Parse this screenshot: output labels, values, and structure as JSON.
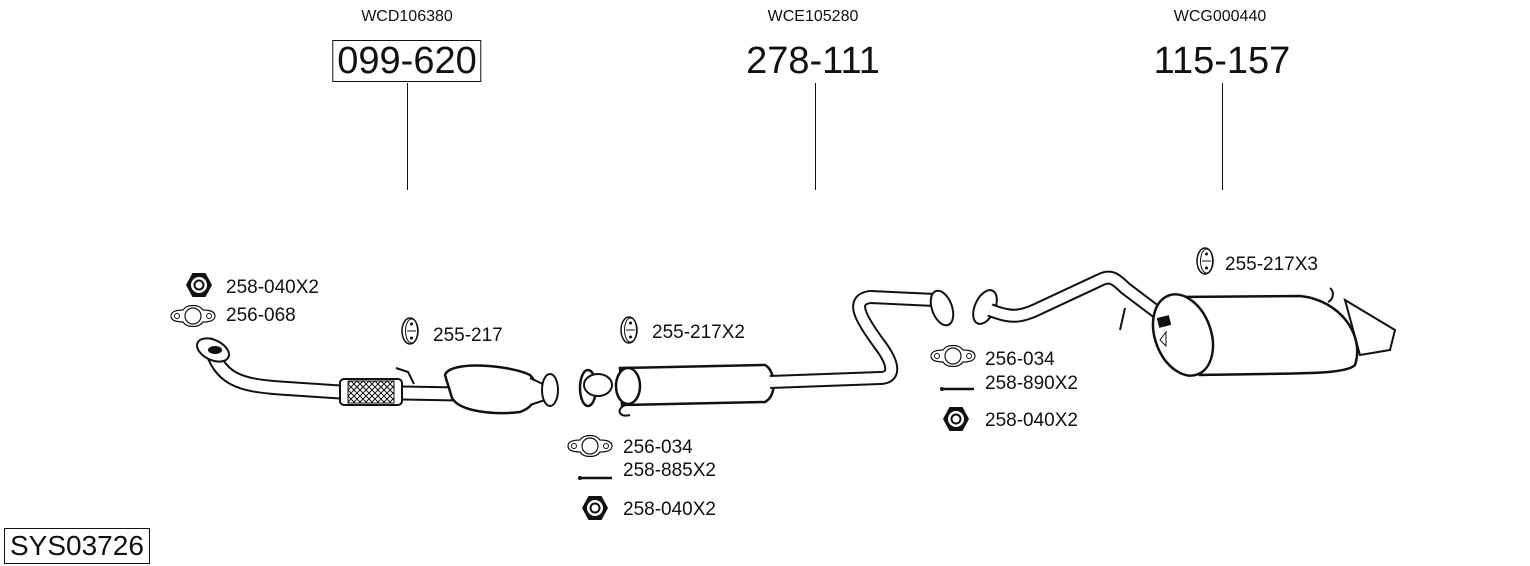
{
  "assemblies": [
    {
      "ref": "WCD106380",
      "part": "099-620",
      "highlighted": true
    },
    {
      "ref": "WCE105280",
      "part": "278-111",
      "highlighted": false
    },
    {
      "ref": "WCG000440",
      "part": "115-157",
      "highlighted": false
    }
  ],
  "accessories": {
    "front_nut": "258-040X2",
    "front_gasket": "256-068",
    "front_hanger": "255-217",
    "mid_hanger": "255-217X2",
    "joint1_gasket": "256-034",
    "joint1_bolt": "258-885X2",
    "joint1_nut": "258-040X2",
    "joint2_gasket": "256-034",
    "joint2_bolt": "258-890X2",
    "joint2_nut": "258-040X2",
    "rear_hanger": "255-217X3"
  },
  "system_id": "SYS03726"
}
